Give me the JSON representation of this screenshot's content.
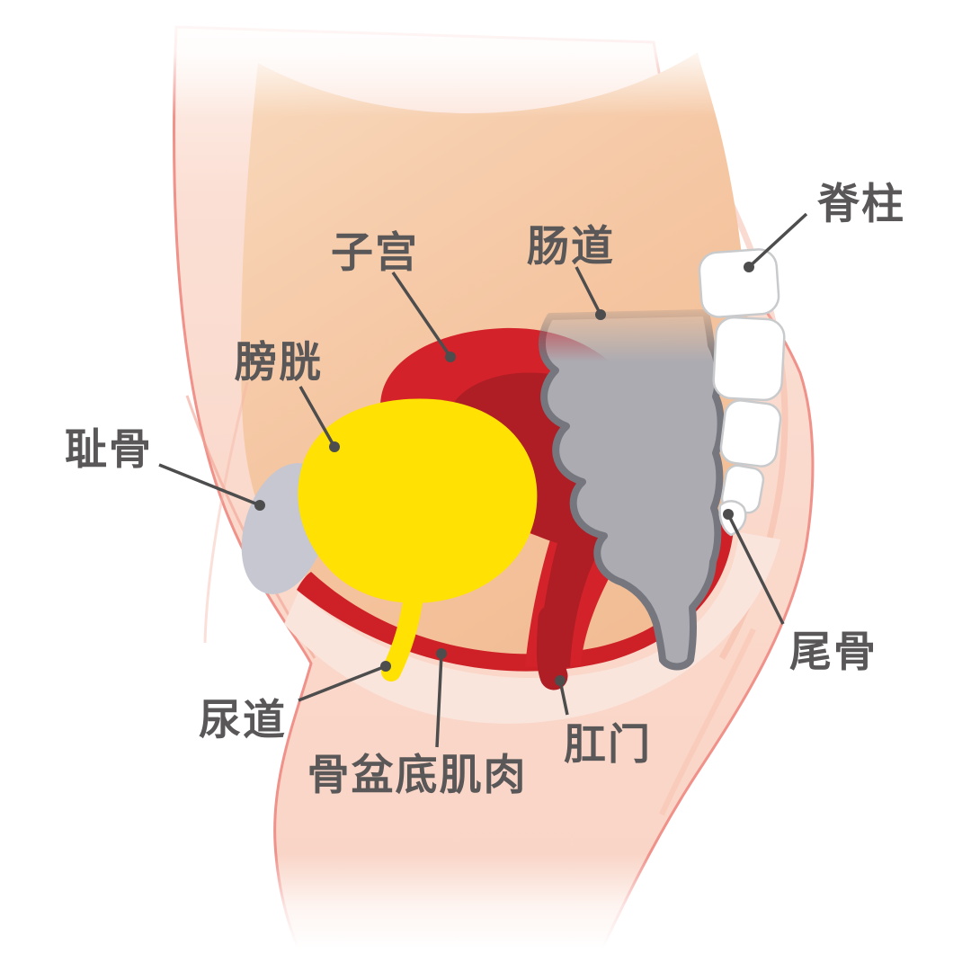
{
  "diagram": {
    "title": "female pelvic anatomy sagittal cross-section",
    "labels": {
      "spine": "脊柱",
      "bowel": "肠道",
      "uterus": "子宫",
      "bladder": "膀胱",
      "pubic_bone": "耻骨",
      "tailbone": "尾骨",
      "urethra": "尿道",
      "pelvic_floor_muscles": "骨盆底肌肉",
      "anus": "肛门"
    },
    "colors": {
      "background": "#FFFFFF",
      "body_skin": "#FBDDD2",
      "body_outline": "#F0918A",
      "abdominal_cavity": "#F5C6A2",
      "bladder_urethra": "#FFE104",
      "uterus": "#D4222A",
      "uterus_inner": "#AE1E24",
      "bowel_fill": "#ACABB1",
      "bowel_outline": "#75767E",
      "spine_fill": "#FFFFFF",
      "spine_outline": "#C9CACC",
      "pubic_bone": "#C6C7D1",
      "pelvic_floor_muscle": "#CE2127",
      "sub_muscle_layer": "#FAE5DD",
      "label_text": "#595757",
      "leader_line": "#4D4D4D"
    }
  }
}
